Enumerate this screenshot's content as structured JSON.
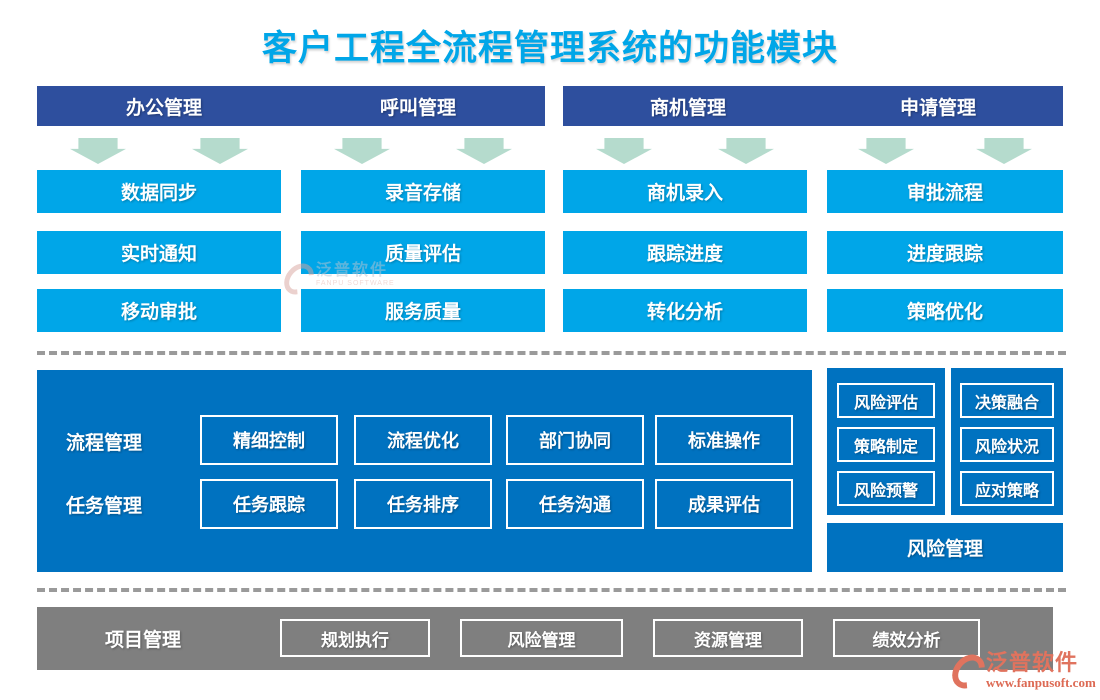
{
  "title": "客户工程全流程管理系统的功能模块",
  "colors": {
    "title_blue": "#00a6e8",
    "header_navy": "#2e4f9e",
    "module_blue": "#00a6e8",
    "arrow_green": "#b5dbcd",
    "panel_blue": "#0072c0",
    "panel_gray": "#7f7f7f",
    "logo_salmon": "#e0735e"
  },
  "top": {
    "groups": [
      {
        "headers": [
          "办公管理",
          "呼叫管理"
        ]
      },
      {
        "headers": [
          "商机管理",
          "申请管理"
        ]
      }
    ],
    "columns": [
      [
        "数据同步",
        "实时通知",
        "移动审批"
      ],
      [
        "录音存储",
        "质量评估",
        "服务质量"
      ],
      [
        "商机录入",
        "跟踪进度",
        "转化分析"
      ],
      [
        "审批流程",
        "进度跟踪",
        "策略优化"
      ]
    ]
  },
  "middle": {
    "row_labels": [
      "流程管理",
      "任务管理"
    ],
    "rows": [
      [
        "精细控制",
        "流程优化",
        "部门协同",
        "标准操作"
      ],
      [
        "任务跟踪",
        "任务排序",
        "任务沟通",
        "成果评估"
      ]
    ],
    "risk_cols": [
      [
        "风险评估",
        "策略制定",
        "风险预警"
      ],
      [
        "决策融合",
        "风险状况",
        "应对策略"
      ]
    ],
    "risk_footer": "风险管理"
  },
  "bottom": {
    "label": "项目管理",
    "items": [
      "规划执行",
      "风险管理",
      "资源管理",
      "绩效分析"
    ]
  },
  "watermark": {
    "brand": "泛普软件",
    "brand_en": "FANPU SOFTWARE"
  },
  "logo": {
    "brand": "泛普软件",
    "site": "www.fanpusoft.com"
  }
}
